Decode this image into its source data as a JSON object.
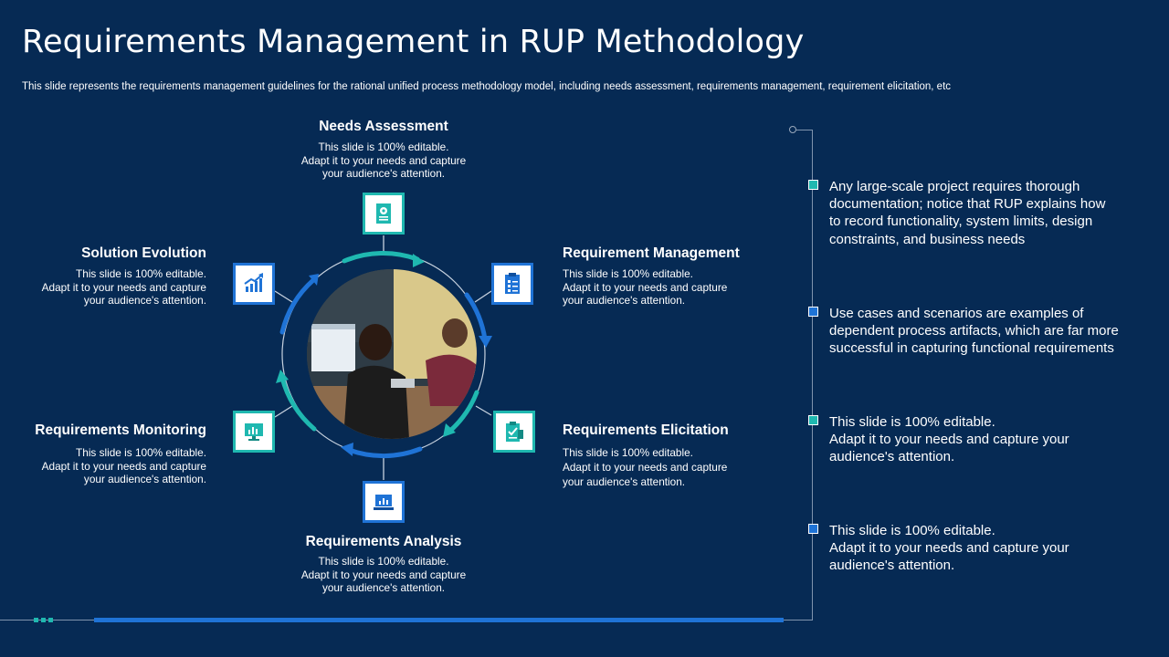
{
  "title": "Requirements Management in RUP Methodology",
  "subtitle": "This slide represents the requirements management guidelines for the rational unified process methodology model, including needs assessment, requirements management, requirement elicitation, etc",
  "nodes": {
    "needs_assessment": {
      "title": "Needs Assessment",
      "desc": [
        "This slide is 100% editable.",
        "Adapt it to your needs and capture",
        "your audience's attention."
      ],
      "icon": "document-gear-icon"
    },
    "requirement_management": {
      "title": "Requirement Management",
      "desc": [
        "This slide is 100% editable.",
        "Adapt it to your needs and capture",
        "your audience's attention."
      ],
      "icon": "clipboard-checklist-icon"
    },
    "requirements_elicitation": {
      "title": "Requirements Elicitation",
      "desc": [
        "This slide is 100% editable.",
        "Adapt it to your needs and capture",
        "your audience's attention."
      ],
      "icon": "clipboard-check-icon"
    },
    "requirements_analysis": {
      "title": "Requirements Analysis",
      "desc": [
        "This slide is 100% editable.",
        "Adapt it to your needs and capture",
        "your audience's attention."
      ],
      "icon": "laptop-chart-icon"
    },
    "requirements_monitoring": {
      "title": "Requirements Monitoring",
      "desc": [
        "This slide is 100% editable.",
        "Adapt it to your needs and capture",
        "your audience's attention."
      ],
      "icon": "monitor-chart-icon"
    },
    "solution_evolution": {
      "title": "Solution Evolution",
      "desc": [
        "This slide is 100% editable.",
        "Adapt it to your needs and capture",
        "your audience's attention."
      ],
      "icon": "growth-chart-icon"
    }
  },
  "right_panel": {
    "items": [
      {
        "lines": [
          "Any large-scale project requires thorough",
          "documentation;  notice that RUP explains how",
          "to record functionality,  system limits, design",
          "constraints,  and business needs"
        ],
        "color": "teal"
      },
      {
        "lines": [
          "Use cases and scenarios are examples of",
          "dependent process artifacts, which are far more",
          "successful  in capturing functional requirements"
        ],
        "color": "blue"
      },
      {
        "lines": [
          "This slide is 100% editable.",
          "Adapt it to your needs and capture your",
          "audience's attention."
        ],
        "color": "teal"
      },
      {
        "lines": [
          "This slide is 100% editable.",
          "Adapt it to your needs and capture your",
          "audience's attention."
        ],
        "color": "blue"
      }
    ]
  },
  "colors": {
    "background": "#062a54",
    "teal": "#1fb8b0",
    "blue": "#1f73d6",
    "text": "#ffffff"
  }
}
